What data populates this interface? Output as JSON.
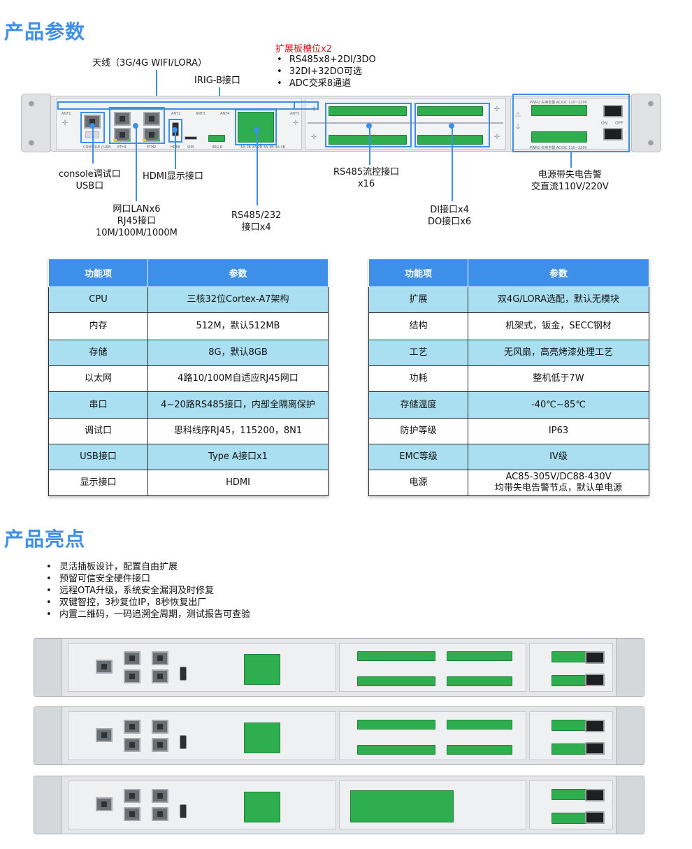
{
  "sections": {
    "params_title": "产品参数",
    "highlights_title": "产品亮点"
  },
  "diagram": {
    "callouts": {
      "antenna": "天线（3G/4G WIFI/LORA）",
      "irig": "IRIG-B接口",
      "expansion_title": "扩展板槽位x2",
      "expansion_items": [
        "RS485x8+2DI/3DO",
        "32DI+32DO可选",
        "ADC交采8通道"
      ],
      "console_line1": "console调试口",
      "console_line2": "USB口",
      "hdmi": "HDMI显示接口",
      "lan_line1": "网口LANx6",
      "lan_line2": "RJ45接口",
      "lan_line3": "10M/100M/1000M",
      "rs485_232_line1": "RS485/232",
      "rs485_232_line2": "接口x4",
      "rs485_flow_line1": "RS485流控接口",
      "rs485_flow_line2": "x16",
      "dido_line1": "DI接口x4",
      "dido_line2": "DO接口x6",
      "power_line1": "电源带失电告警",
      "power_line2": "交直流110V/220V"
    },
    "switch_labels": {
      "on": "ON",
      "off": "OFF"
    }
  },
  "table_left": {
    "headers": [
      "功能项",
      "参数"
    ],
    "rows": [
      [
        "CPU",
        "三核32位Cortex-A7架构"
      ],
      [
        "内存",
        "512M，默认512MB"
      ],
      [
        "存储",
        "8G，默认8GB"
      ],
      [
        "以太网",
        "4路10/100M自适应RJ45网口"
      ],
      [
        "串口",
        "4~20路RS485接口，内部全隔离保护"
      ],
      [
        "调试口",
        "思科线序RJ45，115200，8N1"
      ],
      [
        "USB接口",
        "Type A接口x1"
      ],
      [
        "显示接口",
        "HDMI"
      ]
    ]
  },
  "table_right": {
    "headers": [
      "功能项",
      "参数"
    ],
    "rows": [
      [
        "扩展",
        "双4G/LORA选配，默认无模块"
      ],
      [
        "结构",
        "机架式，钣金，SECC钢材"
      ],
      [
        "工艺",
        "无风扇，高亮烤漆处理工艺"
      ],
      [
        "功耗",
        "整机低于7W"
      ],
      [
        "存储温度",
        "-40℃~85℃"
      ],
      [
        "防护等级",
        "IP63"
      ],
      [
        "EMC等级",
        "IV级"
      ],
      [
        "电源",
        "AC85-305V/DC88-430V",
        "均带失电告警节点，默认单电源"
      ]
    ]
  },
  "highlights": [
    "灵活插板设计，配置自由扩展",
    "预留可信安全硬件接口",
    "远程OTA升级，系统安全漏洞及时修复",
    "双键智控，3秒复位IP，8秒恢复出厂",
    "内置二维码，一码追溯全周期，测试报告可查验"
  ],
  "colors": {
    "accent": "#3d8fe8",
    "expansion_red": "#d9141b",
    "row_blue": "#a9dff1",
    "terminal_green": "#2fae4f"
  }
}
